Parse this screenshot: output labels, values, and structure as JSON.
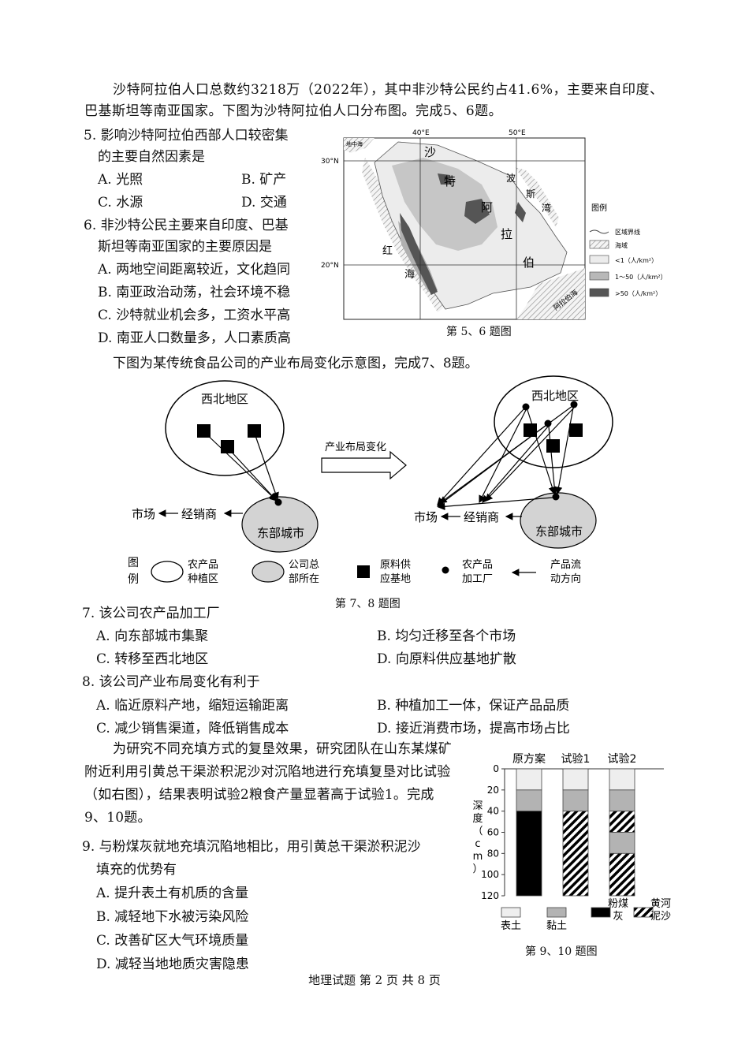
{
  "intro1": "沙特阿拉伯人口总数约3218万（2022年），其中非沙特公民约占41.6%，主要来自印度、巴基斯坦等南亚国家。下图为沙特阿拉伯人口分布图。完成5、6题。",
  "q5": {
    "stem_l1": "5. 影响沙特阿拉伯西部人口较密集",
    "stem_l2": "的主要自然因素是",
    "A": "A. 光照",
    "B": "B. 矿产",
    "C": "C. 水源",
    "D": "D. 交通"
  },
  "q6": {
    "stem_l1": "6. 非沙特公民主要来自印度、巴基",
    "stem_l2": "斯坦等南亚国家的主要原因是",
    "A": "A. 两地空间距离较近，文化趋同",
    "B": "B. 南亚政治动荡，社会环境不稳",
    "C": "C. 沙特就业机会多，工资水平高",
    "D": "D. 南亚人口数量多，人口素质高"
  },
  "map": {
    "lon_labels": [
      "40°E",
      "50°E"
    ],
    "lat_labels": [
      "30°N",
      "20°N"
    ],
    "place_labels": {
      "med": "地中海",
      "sha": "沙",
      "te": "特",
      "a": "阿",
      "la": "拉",
      "bo": "伯",
      "hong": "红",
      "hai": "海",
      "bo2": "波",
      "si": "斯",
      "wan": "湾",
      "arab_sea": "阿拉伯海"
    },
    "legend_title": "图例",
    "legend_items": [
      "区域界线",
      "海域",
      "<1（人/km²）",
      "1～50（人/km²）",
      ">50（人/km²）"
    ],
    "caption": "第 5、6 题图"
  },
  "intro2": "下图为某传统食品公司的产业布局变化示意图，完成7、8题。",
  "diagram": {
    "region_label": "西北地区",
    "city_label": "东部城市",
    "dealer_label": "经销商",
    "market_label": "市场",
    "change_label": "产业布局变化",
    "legend_head": [
      "图",
      "例"
    ],
    "legend_items": [
      [
        "农产品",
        "种植区"
      ],
      [
        "公司总",
        "部所在"
      ],
      [
        "原料供",
        "应基地"
      ],
      [
        "农产品",
        "加工厂"
      ],
      [
        "产品流",
        "动方向"
      ]
    ],
    "caption": "第 7、8 题图"
  },
  "q7": {
    "stem": "7. 该公司农产品加工厂",
    "A": "A. 向东部城市集聚",
    "B": "B. 均匀迁移至各个市场",
    "C": "C. 转移至西北地区",
    "D": "D. 向原料供应基地扩散"
  },
  "q8": {
    "stem": "8. 该公司产业布局变化有利于",
    "A": "A. 临近原料产地，缩短运输距离",
    "B": "B. 种植加工一体，保证产品品质",
    "C": "C. 减少销售渠道，降低销售成本",
    "D": "D. 接近消费市场，提高市场占比"
  },
  "intro3": "为研究不同充填方式的复垦效果，研究团队在山东某煤矿附近利用引黄总干渠淤积泥沙对沉陷地进行充填复垦对比试验（如右图），结果表明试验2粮食产量显著高于试验1。完成9、10题。",
  "q9": {
    "stem_l1": "9. 与粉煤灰就地充填沉陷地相比，用引黄总干渠淤积泥沙",
    "stem_l2": "填充的优势有",
    "A": "A. 提升表土有机质的含量",
    "B": "B. 减轻地下水被污染风险",
    "C": "C. 改善矿区大气环境质量",
    "D": "D. 减轻当地地质灾害隐患"
  },
  "chart_data": {
    "type": "bar",
    "categories": [
      "原方案",
      "试验1",
      "试验2"
    ],
    "ylabel": "深度（cm）",
    "ylim": [
      0,
      120
    ],
    "yticks": [
      0,
      20,
      40,
      60,
      80,
      100,
      120
    ],
    "layers": [
      [
        {
          "material": "表土",
          "from": 0,
          "to": 20
        },
        {
          "material": "黏土",
          "from": 20,
          "to": 40
        },
        {
          "material": "粉煤灰",
          "from": 40,
          "to": 120
        }
      ],
      [
        {
          "material": "表土",
          "from": 0,
          "to": 20
        },
        {
          "material": "黏土",
          "from": 20,
          "to": 40
        },
        {
          "material": "黄河泥沙",
          "from": 40,
          "to": 120
        }
      ],
      [
        {
          "material": "表土",
          "from": 0,
          "to": 20
        },
        {
          "material": "黏土",
          "from": 20,
          "to": 40
        },
        {
          "material": "黄河泥沙",
          "from": 40,
          "to": 60
        },
        {
          "material": "黏土",
          "from": 60,
          "to": 80
        },
        {
          "material": "黄河泥沙",
          "from": 80,
          "to": 120
        }
      ]
    ],
    "legend": [
      "表土",
      "黏土",
      "粉煤灰",
      "黄河泥沙"
    ],
    "colors": {
      "表土": "#eeeeee",
      "黏土": "#b3b3b3",
      "粉煤灰": "#000000",
      "黄河泥沙": "hatch"
    },
    "caption": "第 9、10 题图"
  },
  "footer": "地理试题   第 2 页   共 8 页"
}
